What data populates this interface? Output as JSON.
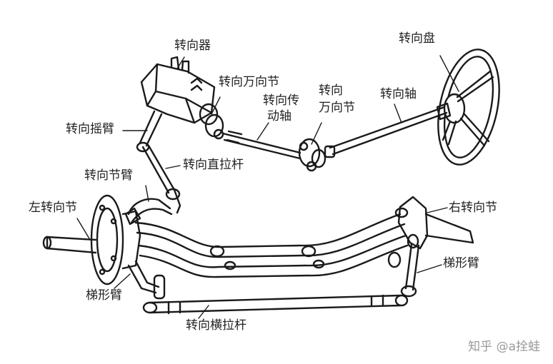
{
  "labels": {
    "steering_gear": "转向器",
    "steering_wheel": "转向盘",
    "steering_u_joint": "转向万向节",
    "transmission_shaft_l1": "转向传",
    "transmission_shaft_l2": "动轴",
    "u_joint_l1": "转向",
    "u_joint_l2": "万向节",
    "steering_shaft": "转向轴",
    "pitman_arm": "转向摇臂",
    "knuckle_arm": "转向节臂",
    "drag_link": "转向直拉杆",
    "left_knuckle": "左转向节",
    "right_knuckle": "右转向节",
    "trapezoid_arm_right": "梯形臂",
    "trapezoid_arm_left": "梯形臂",
    "tie_rod": "转向横拉杆"
  },
  "watermark": "知乎 @a拴蛙"
}
